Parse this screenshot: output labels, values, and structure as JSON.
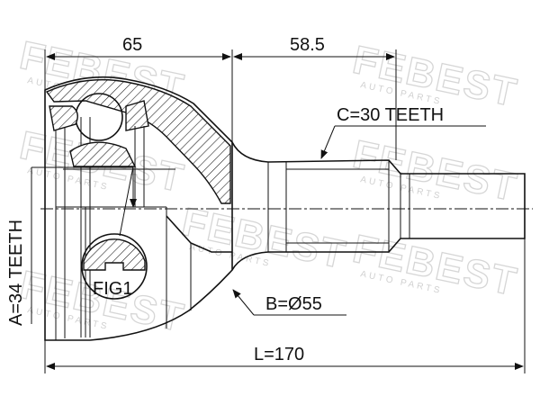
{
  "brand_watermark": "FEBEST",
  "brand_watermark_sub": "AUTO PARTS",
  "dimensions": {
    "outer_length": "65",
    "shaft_length": "58.5",
    "total_length": "L=170"
  },
  "labels": {
    "spline_c": "C=30 TEETH",
    "diameter_b": "B=Ø55",
    "spline_a": "A=34 TEETH",
    "fig": "FIG1"
  },
  "colors": {
    "line": "#111111",
    "watermark": "#d6d6d6"
  }
}
